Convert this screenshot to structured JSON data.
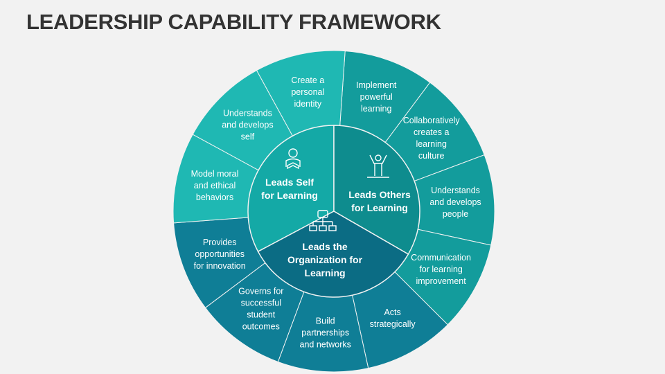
{
  "title": "LEADERSHIP CAPABILITY FRAMEWORK",
  "colors": {
    "background": "#f2f2f2",
    "title": "#333333",
    "self": "#1fb8b3",
    "others": "#139c9c",
    "organization": "#0f7e96",
    "text": "#ffffff"
  },
  "core": [
    {
      "id": "self",
      "label": [
        "Leads Self",
        "for Learning"
      ],
      "icon": "learner-reading-icon"
    },
    {
      "id": "others",
      "label": [
        "Leads Others",
        "for Learning"
      ],
      "icon": "raised-arms-figure-icon"
    },
    {
      "id": "organization",
      "label": [
        "Leads the",
        "Organization for",
        "Learning"
      ],
      "icon": "org-chart-icon"
    }
  ],
  "segments": [
    {
      "group": "others",
      "lines": [
        "Implement",
        "powerful",
        "learning"
      ]
    },
    {
      "group": "others",
      "lines": [
        "Collaboratively",
        "creates a",
        "learning",
        "culture"
      ]
    },
    {
      "group": "others",
      "lines": [
        "Understands",
        "and develops",
        "people"
      ]
    },
    {
      "group": "others",
      "lines": [
        "Communication",
        "for learning",
        "improvement"
      ]
    },
    {
      "group": "organization",
      "lines": [
        "Acts",
        "strategically"
      ]
    },
    {
      "group": "organization",
      "lines": [
        "Build",
        "partnerships",
        "and networks"
      ]
    },
    {
      "group": "organization",
      "lines": [
        "Governs for",
        "successful",
        "student",
        "outcomes"
      ]
    },
    {
      "group": "organization",
      "lines": [
        "Provides",
        "opportunities",
        "for innovation"
      ]
    },
    {
      "group": "self",
      "lines": [
        "Model moral",
        "and ethical",
        "behaviors"
      ]
    },
    {
      "group": "self",
      "lines": [
        "Understands",
        "and develops",
        "self"
      ]
    },
    {
      "group": "self",
      "lines": [
        "Create a",
        "personal",
        "identity"
      ]
    }
  ]
}
